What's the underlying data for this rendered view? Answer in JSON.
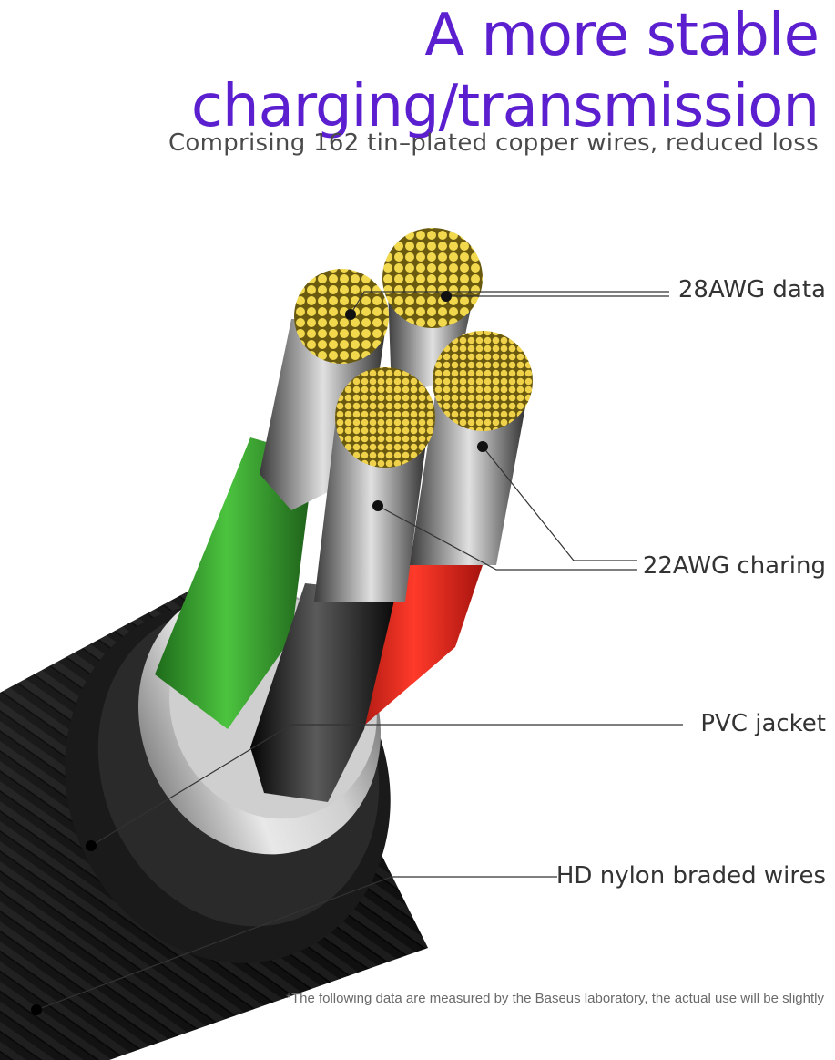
{
  "header": {
    "title_line1": "A more stable",
    "title_line2": "charging/transmission",
    "subtitle": "Comprising 162 tin–plated copper wires, reduced loss"
  },
  "callouts": {
    "data_wire": "28AWG data",
    "charge_wire": "22AWG charing",
    "pvc": "PVC jacket",
    "nylon": "HD nylon braded wires"
  },
  "footnote": "*The following data are measured by the Baseus laboratory, the actual use will be slightly",
  "colors": {
    "title": "#5b1fd0",
    "green_wire": "#2f9a2a",
    "red_wire": "#d51a14",
    "black_wire": "#1a1a1a",
    "copper_strand": "#f0d24a"
  }
}
